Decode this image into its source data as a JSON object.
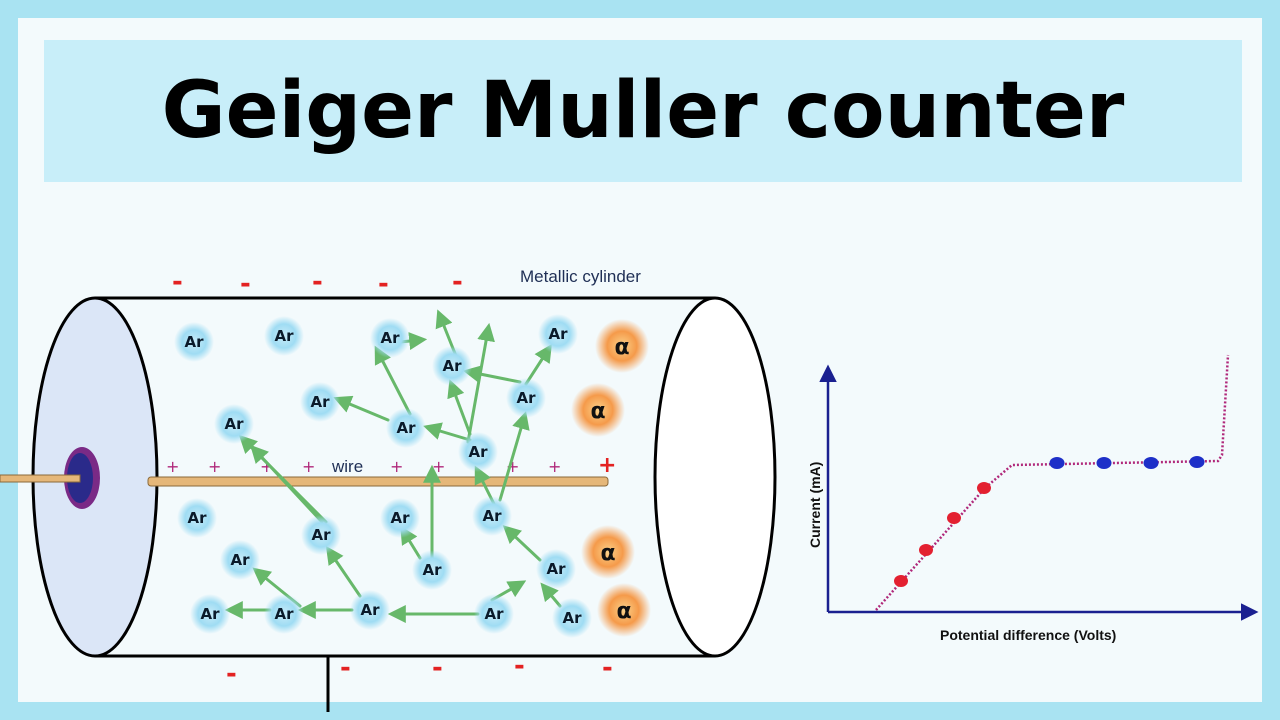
{
  "title": "Geiger Muller counter",
  "cylinder": {
    "label": "Metallic cylinder",
    "wire_label": "wire",
    "negative_sign": "-",
    "positive_sign": "+"
  },
  "ion_label": "Ar",
  "alpha_label": "α",
  "graph": {
    "x_axis_label": "Potential difference (Volts)",
    "y_axis_label": "Current (mA)"
  },
  "colors": {
    "ion_glow": "#9fdcf3",
    "alpha_glow": "#f59a4a",
    "arrow": "#67b86a",
    "rising_points": "#e32030",
    "plateau_points": "#1d2fc8",
    "curve": "#b0287a"
  }
}
